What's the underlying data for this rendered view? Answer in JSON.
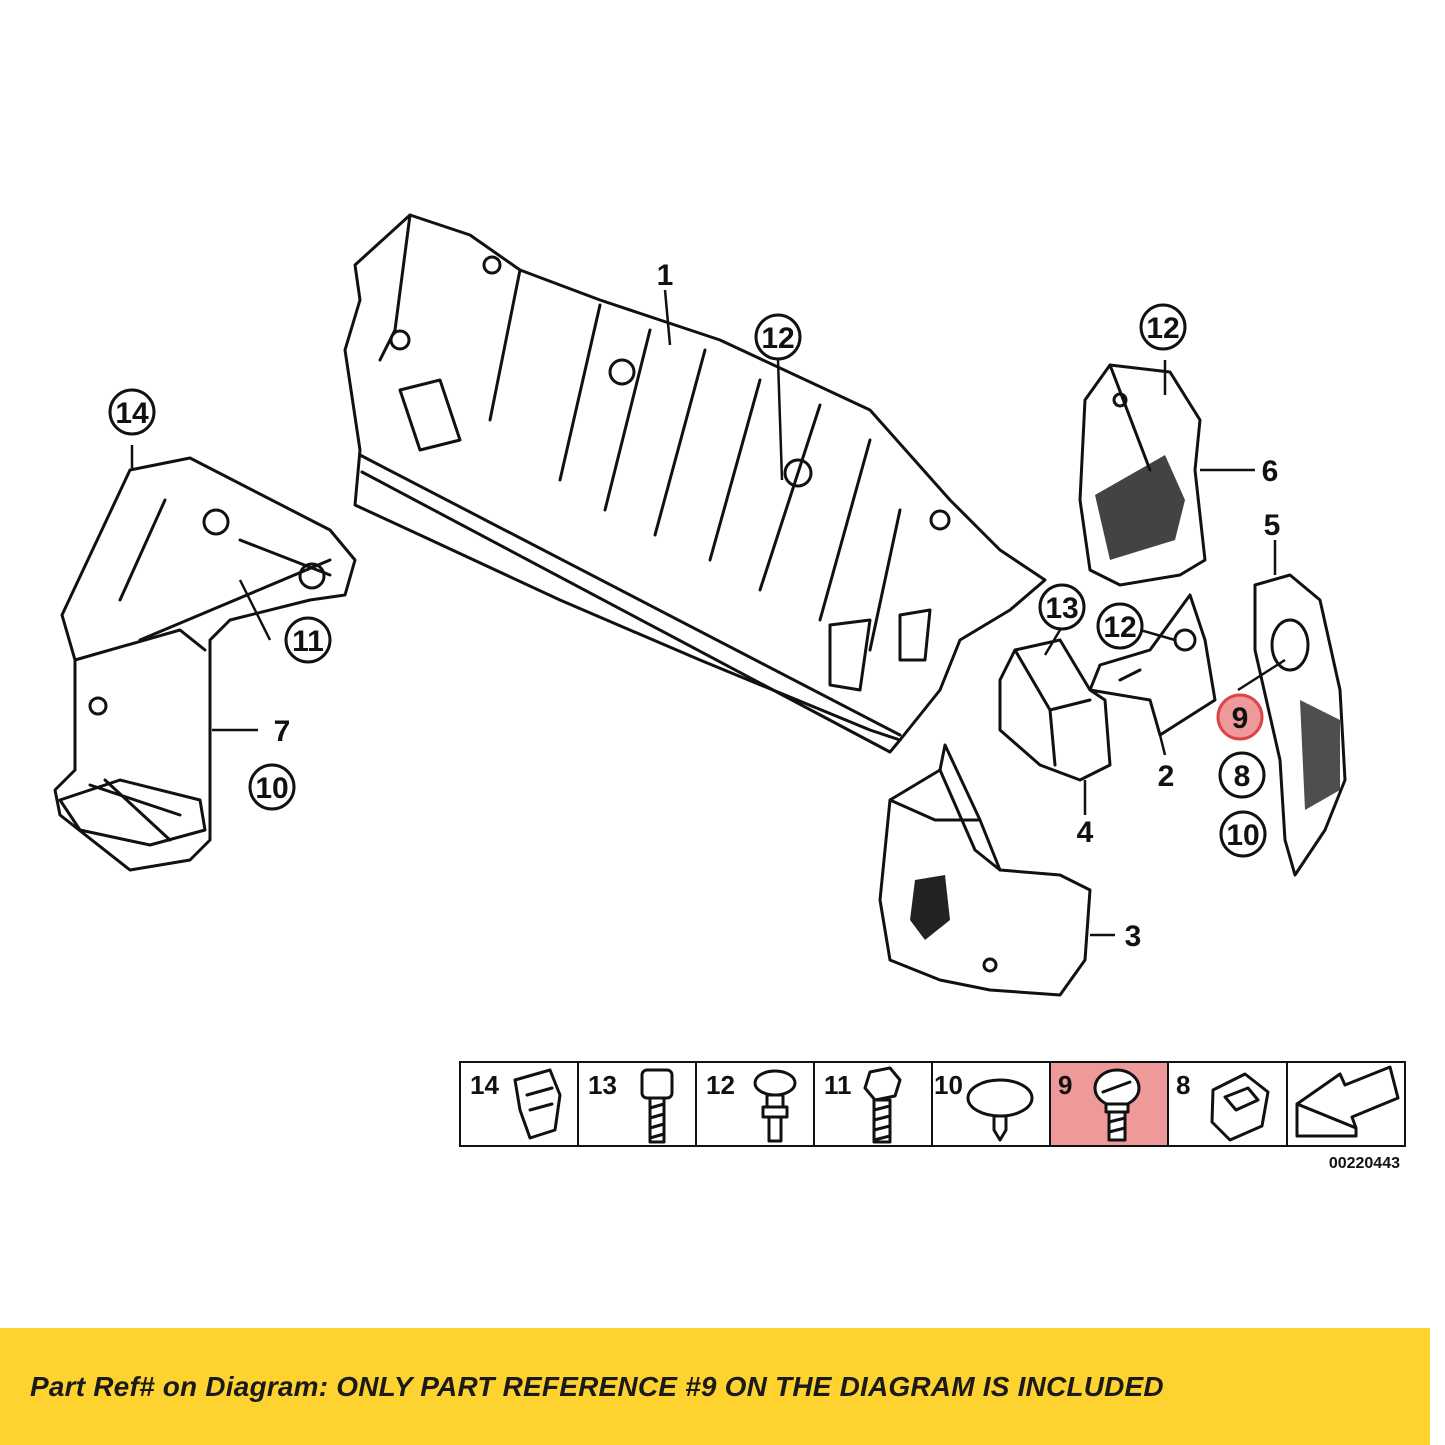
{
  "callouts": {
    "c1": "1",
    "c2": "2",
    "c3": "3",
    "c4": "4",
    "c5": "5",
    "c6": "6",
    "c7": "7",
    "c8": "8",
    "c9": "9",
    "c10a": "10",
    "c10b": "10",
    "c11": "11",
    "c12a": "12",
    "c12b": "12",
    "c12c": "12",
    "c13": "13",
    "c14": "14"
  },
  "legend": {
    "cells": [
      "14",
      "13",
      "12",
      "11",
      "10",
      "9",
      "8"
    ],
    "highlighted": "9",
    "diagram_code": "00220443"
  },
  "banner": {
    "text": "Part Ref# on Diagram: ONLY PART REFERENCE #9 ON THE DIAGRAM IS INCLUDED"
  },
  "colors": {
    "highlight": "#ef9a9a",
    "banner": "#fed330"
  }
}
